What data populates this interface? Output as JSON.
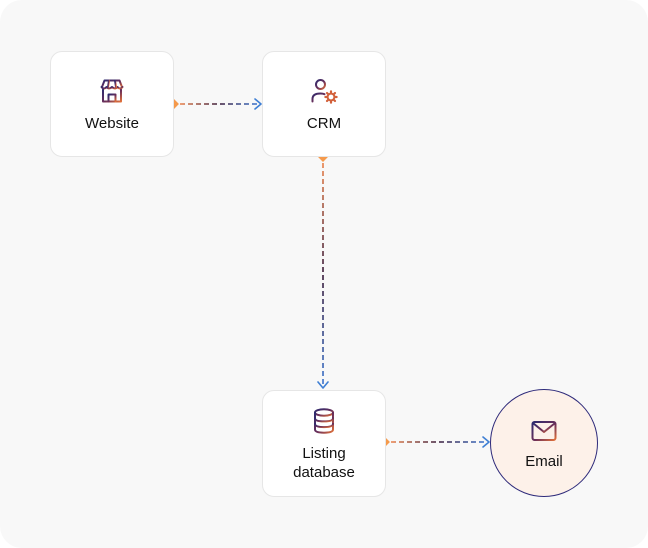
{
  "nodes": {
    "website": {
      "label": "Website",
      "icon": "storefront-icon"
    },
    "crm": {
      "label": "CRM",
      "icon": "user-gear-icon"
    },
    "listing": {
      "label_line1": "Listing",
      "label_line2": "database",
      "icon": "database-icon"
    },
    "email": {
      "label": "Email",
      "icon": "envelope-icon"
    }
  },
  "edges": [
    {
      "from": "website",
      "to": "crm"
    },
    {
      "from": "crm",
      "to": "listing"
    },
    {
      "from": "listing",
      "to": "email"
    }
  ],
  "colors": {
    "start_marker": "#f59a4c",
    "arrow_head": "#3f7fd4",
    "line_gradient_start": "#e9804a",
    "line_gradient_mid": "#3a1b3a",
    "line_gradient_end": "#3a74cf",
    "email_border": "#2e2a7a",
    "email_fill": "#fdf1e9"
  }
}
